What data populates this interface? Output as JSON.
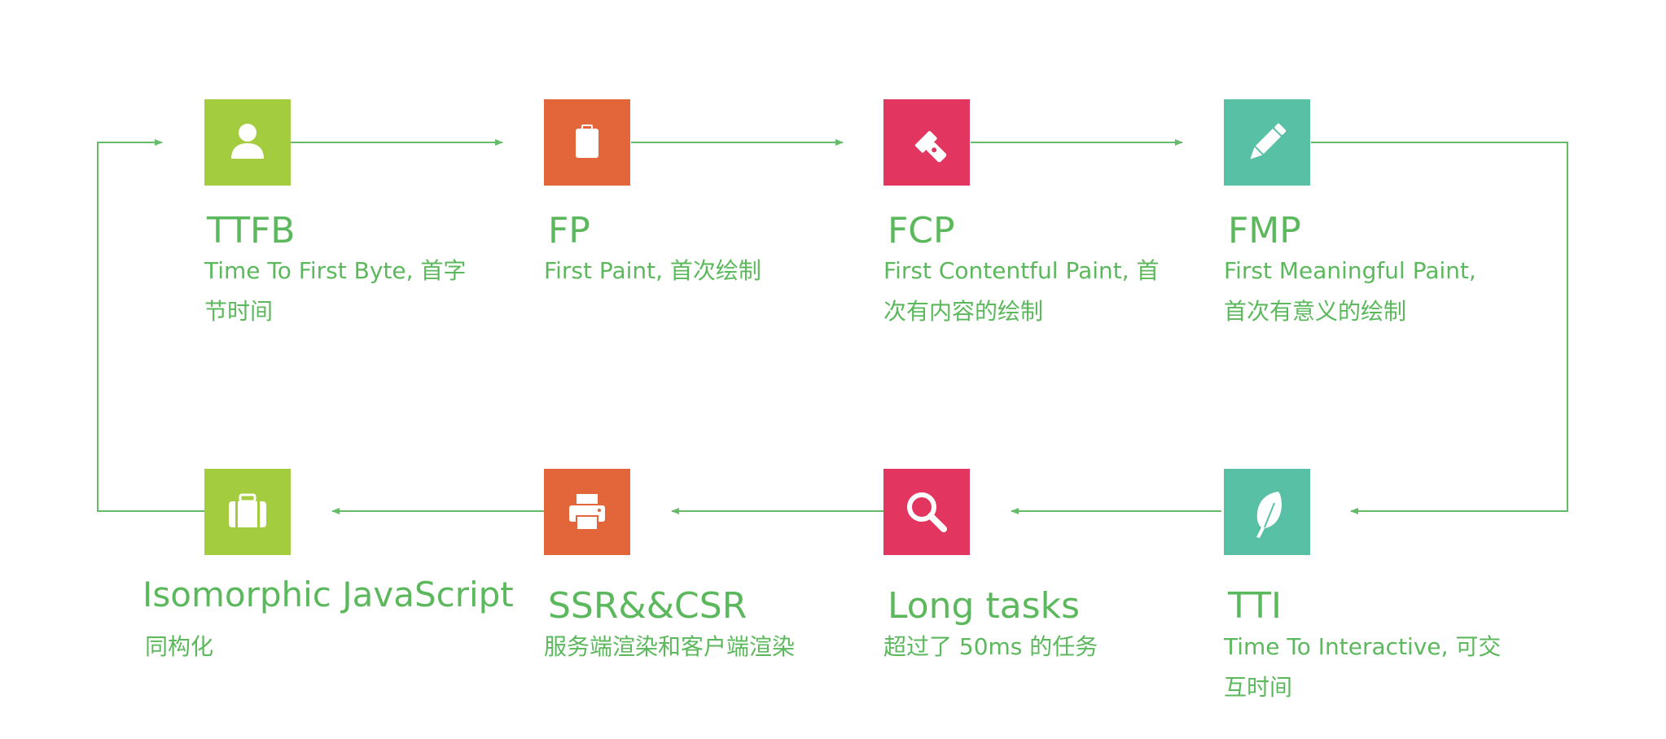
{
  "colors": {
    "line": "#66bb6a",
    "text": "#5cb85c",
    "green": "#a3cc3f",
    "orange": "#e2663a",
    "pink": "#e23560",
    "teal": "#57c0a5",
    "icon": "#ffffff"
  },
  "nodes": [
    {
      "title": "TTFB",
      "desc": "Time To First Byte, 首字节时间",
      "icon": "user-icon",
      "color": "green"
    },
    {
      "title": "FP",
      "desc": "First Paint, 首次绘制",
      "icon": "clipboard-icon",
      "color": "orange"
    },
    {
      "title": "FCP",
      "desc": "First Contentful Paint, 首次有内容的绘制",
      "icon": "flashlight-icon",
      "color": "pink"
    },
    {
      "title": "FMP",
      "desc": "First Meaningful Paint, 首次有意义的绘制",
      "icon": "pencil-icon",
      "color": "teal"
    },
    {
      "title": "TTI",
      "desc": "Time To Interactive, 可交互时间",
      "icon": "feather-icon",
      "color": "teal"
    },
    {
      "title": "Long tasks",
      "desc": "超过了 50ms 的任务",
      "icon": "search-icon",
      "color": "pink"
    },
    {
      "title": "SSR&&CSR",
      "desc": "服务端渲染和客户端渲染",
      "icon": "printer-icon",
      "color": "orange"
    },
    {
      "title": "Isomorphic JavaScript",
      "desc": "同构化",
      "icon": "briefcase-icon",
      "color": "green"
    }
  ]
}
